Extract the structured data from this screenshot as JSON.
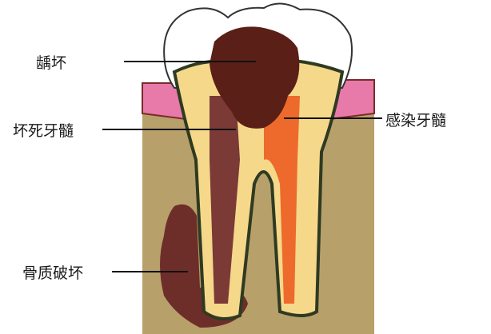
{
  "labels": {
    "caries": "龋坏",
    "necrotic_pulp": "坏死牙髓",
    "infected_pulp": "感染牙髓",
    "bone_destruction": "骨质破坏"
  },
  "colors": {
    "bone": "#b7a06a",
    "gum": "#e77aa8",
    "enamel": "#ffffff",
    "dentin": "#f5d88a",
    "caries": "#5a1f16",
    "necrotic": "#7b3a36",
    "infected": "#ee6a2c",
    "outline": "#2f3a22"
  }
}
